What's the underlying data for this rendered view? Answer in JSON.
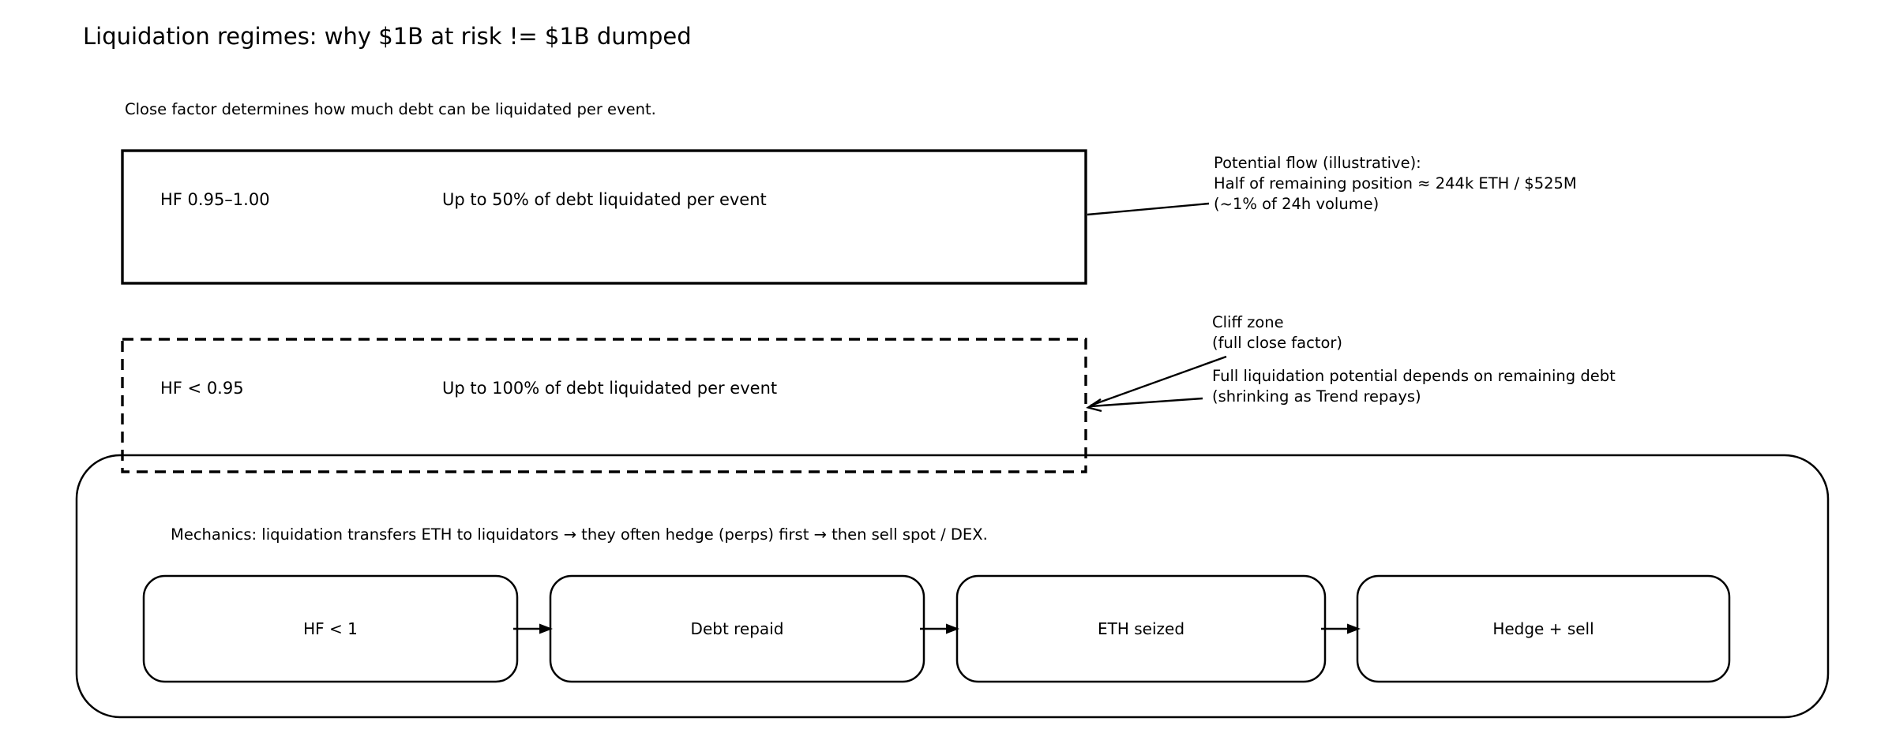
{
  "title": "Liquidation regimes: why $1B at risk != $1B dumped",
  "subtitle": "Close factor determines how much debt can be liquidated per event.",
  "regimes": [
    {
      "range": "HF 0.95–1.00",
      "rule": "Up to 50% of debt liquidated per event",
      "border": "solid"
    },
    {
      "range": "HF < 0.95",
      "rule": "Up to 100% of debt liquidated per event",
      "border": "dashed"
    }
  ],
  "callouts": {
    "potential_flow": [
      "Potential flow (illustrative):",
      "Half of remaining position ≈ 244k ETH / $525M",
      "(~1% of 24h volume)"
    ],
    "cliff_zone": [
      "Cliff zone",
      "(full close factor)"
    ],
    "full_liquidation": [
      "Full liquidation potential depends on remaining debt",
      "(shrinking as Trend repays)"
    ]
  },
  "mechanics": {
    "caption": "Mechanics: liquidation transfers ETH to liquidators → they often hedge (perps) first → then sell spot / DEX.",
    "steps": [
      {
        "label": "HF < 1"
      },
      {
        "label": "Debt repaid"
      },
      {
        "label": "ETH seized"
      },
      {
        "label": "Hedge + sell"
      }
    ]
  },
  "colors": {
    "ink": "#000000",
    "paper": "#ffffff"
  }
}
